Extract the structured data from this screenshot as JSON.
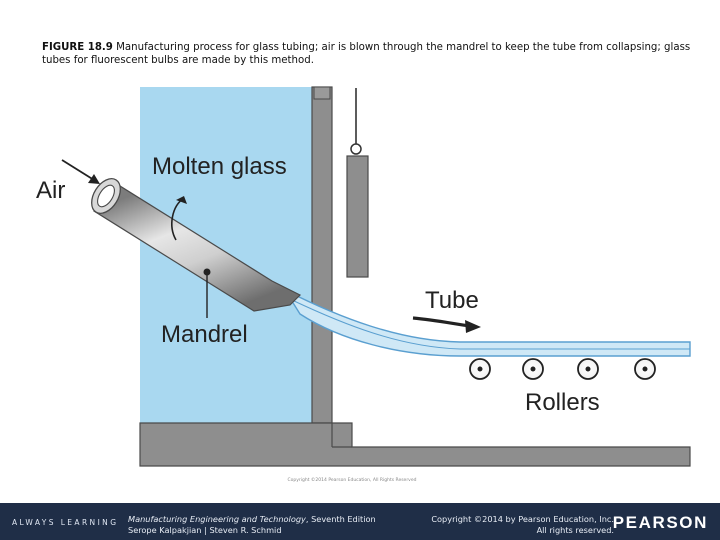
{
  "caption": {
    "label": "FIGURE 18.9",
    "text": "Manufacturing process for glass tubing; air is blown through the mandrel to keep the tube from collapsing; glass tubes for fluorescent bulbs are made by this method."
  },
  "diagram": {
    "labels": {
      "air": "Air",
      "molten_glass": "Molten glass",
      "mandrel": "Mandrel",
      "tube": "Tube",
      "rollers": "Rollers"
    },
    "figure_copyright": "Copyright ©2014 Pearson Education, All Rights Reserved",
    "colors": {
      "molten_glass": "#a9d8f0",
      "frame": "#8e8e8e",
      "frame_dark": "#4a4a4a",
      "mandrel_light": "#e6e6e6",
      "mandrel_dark": "#7c7c7c",
      "tube_line": "#5a9fd0"
    }
  },
  "footer": {
    "always_learning": "ALWAYS LEARNING",
    "book_title": "Manufacturing Engineering and Technology",
    "edition": ", Seventh Edition",
    "authors": "Serope Kalpakjian | Steven R. Schmid",
    "copyright_line1": "Copyright ©2014 by Pearson Education, Inc.",
    "copyright_line2": "All rights reserved.",
    "brand": "PEARSON",
    "background": "#1f2e47"
  }
}
